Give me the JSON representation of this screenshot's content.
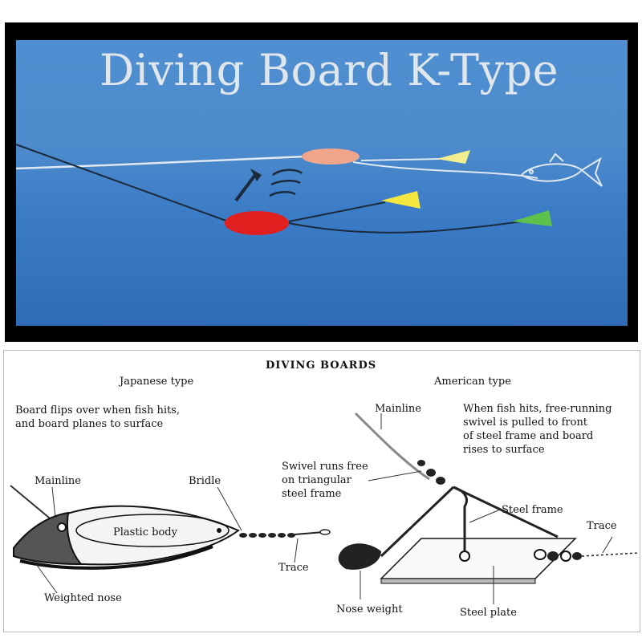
{
  "top": {
    "title": "Diving Board K-Type"
  },
  "diagram": {
    "heading": "DIVING BOARDS",
    "japanese": {
      "title": "Japanese type",
      "description": "Board flips over when fish hits,\nand board planes to surface",
      "labels": {
        "mainline": "Mainline",
        "bridle": "Bridle",
        "body": "Plastic body",
        "trace": "Trace",
        "nose": "Weighted nose"
      }
    },
    "american": {
      "title": "American type",
      "description": "When fish hits, free-running\nswivel is pulled to front\nof steel frame and board\nrises to surface",
      "labels": {
        "mainline": "Mainline",
        "swivel": "Swivel runs free\non triangular\nsteel frame",
        "frame": "Steel frame",
        "trace": "Trace",
        "nose_weight": "Nose weight",
        "plate": "Steel plate"
      }
    }
  },
  "colors": {
    "water_top": "#4f8ed0",
    "water_bottom": "#2f6cb8",
    "frame": "#000000",
    "board_red": "#e0201f",
    "board_orange": "#f0a48a",
    "lure_yellow": "#f5e640",
    "lure_pale": "#f3ef8e",
    "lure_green": "#5cc24b",
    "line_dark": "#1b2a3c",
    "line_light": "#dfe8f0"
  }
}
